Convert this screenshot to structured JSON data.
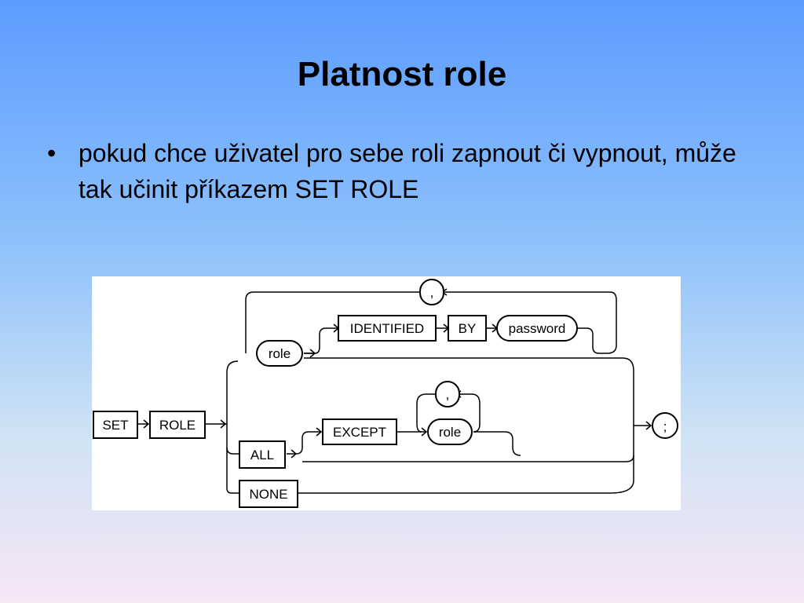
{
  "slide": {
    "title": "Platnost role",
    "bullets": [
      "pokud chce uživatel pro sebe roli zapnout či vypnout, může tak učinit příkazem SET ROLE"
    ]
  },
  "diagram": {
    "tokens": {
      "set": "SET",
      "role_kw": "ROLE",
      "role_item": "role",
      "identified": "IDENTIFIED",
      "by": "BY",
      "password": "password",
      "comma_top": ",",
      "all": "ALL",
      "except": "EXCEPT",
      "comma_except": ",",
      "role_except": "role",
      "none": "NONE",
      "semicolon": ";"
    }
  }
}
